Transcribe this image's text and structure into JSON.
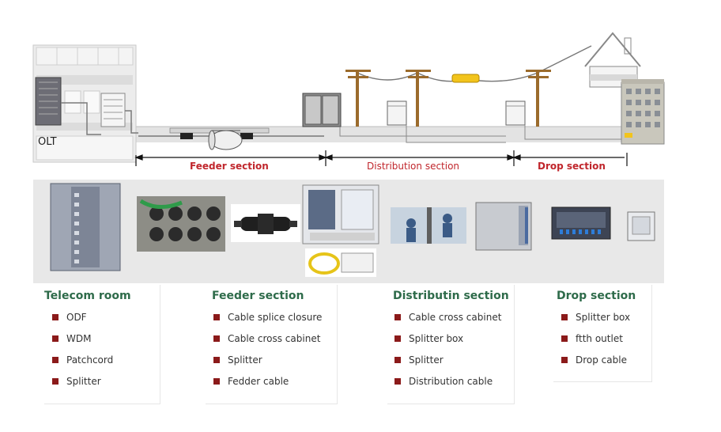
{
  "olt_label": "OLT",
  "sections": {
    "feeder": "Feeder section",
    "distribution": "Distribution section",
    "drop": "Drop section"
  },
  "colors": {
    "section_accent": "#c0262c",
    "category_title": "#2e6b4a",
    "bullet": "#8b1a1a"
  },
  "categories": [
    {
      "title": "Telecom room",
      "items": [
        "ODF",
        "WDM",
        "Patchcord",
        "Splitter"
      ]
    },
    {
      "title": "Feeder section",
      "items": [
        "Cable splice closure",
        "Cable cross cabinet",
        "Splitter",
        "Fedder cable"
      ]
    },
    {
      "title": "Distributin section",
      "items": [
        "Cable cross cabinet",
        "Splitter box",
        "Splitter",
        "Distribution cable"
      ]
    },
    {
      "title": "Drop section",
      "items": [
        "Splitter box",
        "ftth outlet",
        "Drop cable"
      ]
    }
  ]
}
